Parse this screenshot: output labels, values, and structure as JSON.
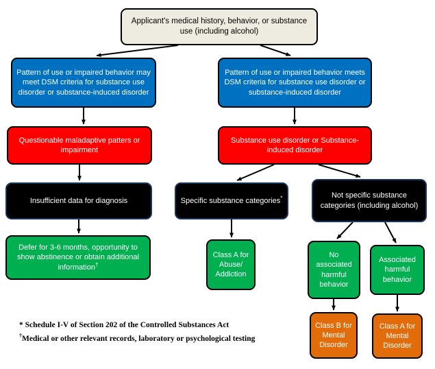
{
  "title": "Applicant substance use decision flowchart",
  "colors": {
    "root_bg": "#eeece1",
    "criteria_blue": "#0070c0",
    "disorder_red": "#ff0000",
    "category_black": "#000000",
    "outcome_green": "#00b050",
    "class_orange": "#e36c0a",
    "arrow": "#000000"
  },
  "nodes": {
    "root": {
      "text": "Applicant's medical history, behavior, or substance use (including alcohol)"
    },
    "blue_left": {
      "text": "Pattern of use or impaired behavior may meet DSM criteria for substance use disorder or substance-induced disorder"
    },
    "blue_right": {
      "text": "Pattern of use or impaired behavior meets DSM criteria for substance use disorder or substance-induced disorder"
    },
    "red_left": {
      "text": "Questionable maladaptive patters or impairment"
    },
    "red_right": {
      "text": "Substance use disorder or Substance-induced disorder"
    },
    "black_left": {
      "text": "Insufficient data for diagnosis"
    },
    "black_mid": {
      "text": "Specific substance categories",
      "sup": "*"
    },
    "black_right": {
      "text": "Not specific substance categories (including alcohol)"
    },
    "green_left": {
      "text": "Defer for 3-6 months, opportunity to show abstinence or obtain additional information",
      "sup": "†"
    },
    "green_mid": {
      "text": "Class A for Abuse/ Addiction"
    },
    "green_noharm": {
      "text": "No associated harmful behavior"
    },
    "green_harm": {
      "text": "Associated harmful behavior"
    },
    "orange_b": {
      "text": "Class B for Mental Disorder"
    },
    "orange_a": {
      "text": "Class A for Mental Disorder"
    }
  },
  "edges": [
    {
      "from": "root",
      "to": "blue_left"
    },
    {
      "from": "root",
      "to": "blue_right"
    },
    {
      "from": "blue_left",
      "to": "red_left"
    },
    {
      "from": "red_left",
      "to": "black_left"
    },
    {
      "from": "black_left",
      "to": "green_left"
    },
    {
      "from": "blue_right",
      "to": "red_right"
    },
    {
      "from": "red_right",
      "to": "black_mid"
    },
    {
      "from": "red_right",
      "to": "black_right"
    },
    {
      "from": "black_mid",
      "to": "green_mid"
    },
    {
      "from": "black_right",
      "to": "green_noharm"
    },
    {
      "from": "black_right",
      "to": "green_harm"
    },
    {
      "from": "green_noharm",
      "to": "orange_b"
    },
    {
      "from": "green_harm",
      "to": "orange_a"
    }
  ],
  "footnotes": {
    "line1": "* Schedule I-V of Section 202 of the Controlled Substances Act",
    "line2_sup": "†",
    "line2": "Medical or other relevant records, laboratory or psychological testing"
  }
}
